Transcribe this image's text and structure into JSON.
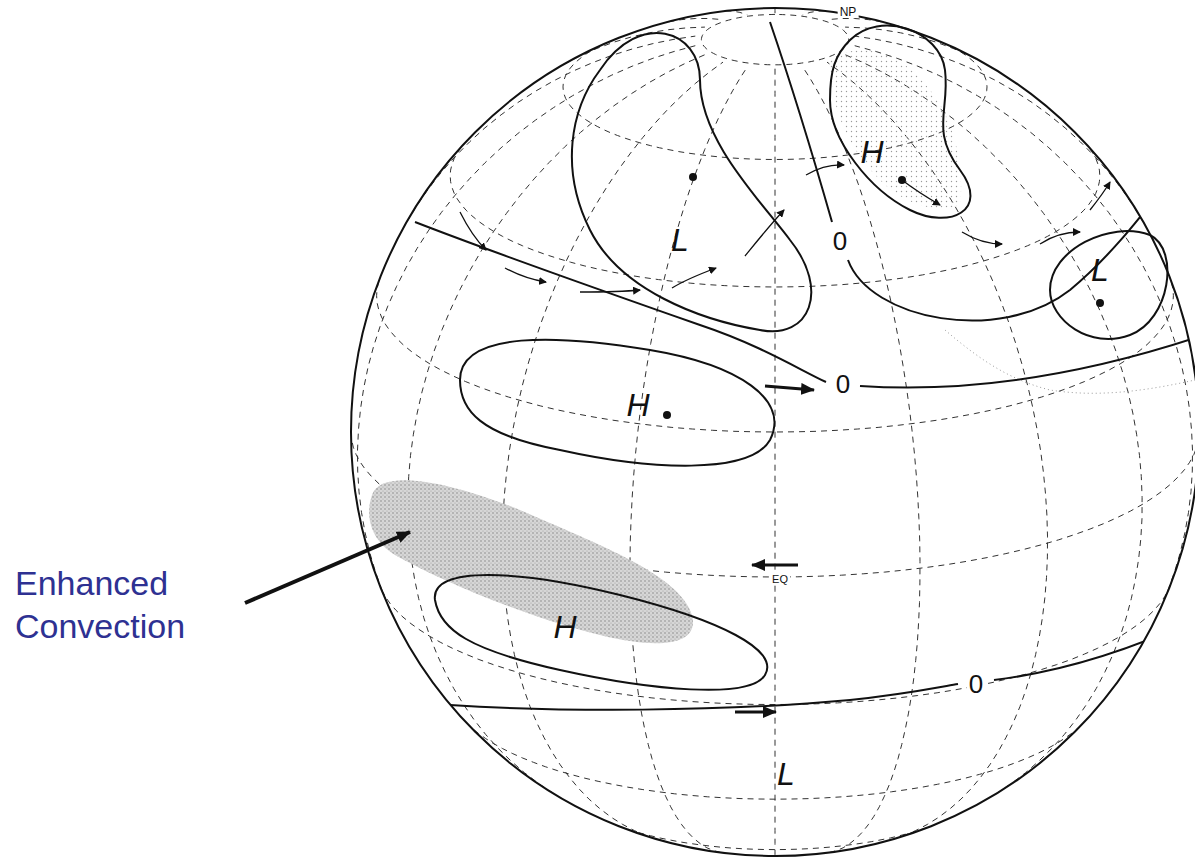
{
  "diagram": {
    "nodes": [
      {
        "text": [
          "L"
        ]
      },
      {
        "text": [
          "H"
        ]
      },
      {
        "text": [
          "L"
        ]
      },
      {
        "text": [
          "H"
        ]
      },
      {
        "text": [
          "H"
        ]
      }
    ],
    "labels": [
      "NP",
      "0",
      "0",
      "EQ",
      "0",
      "L",
      "Enhanced Convection"
    ]
  }
}
